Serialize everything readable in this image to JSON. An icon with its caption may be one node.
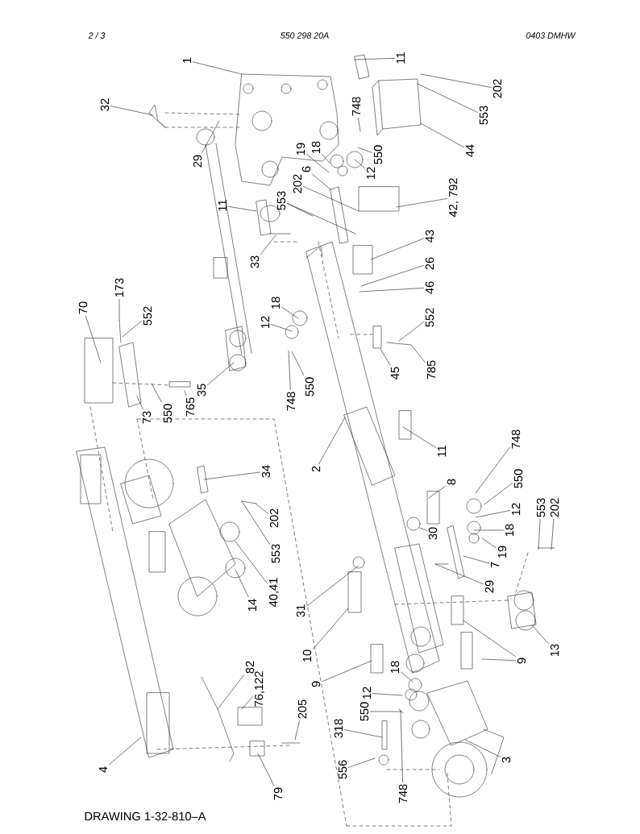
{
  "diagram": {
    "nodes": [
      {
        "text": [
          "1"
        ]
      },
      {
        "text": [
          "11"
        ]
      },
      {
        "text": [
          "32"
        ]
      },
      {
        "text": [
          "202"
        ]
      },
      {
        "text": [
          "553"
        ]
      },
      {
        "text": [
          "748"
        ]
      },
      {
        "text": [
          "44"
        ]
      },
      {
        "text": [
          "29"
        ]
      },
      {
        "text": [
          "550"
        ]
      },
      {
        "text": [
          "19"
        ]
      },
      {
        "text": [
          "18"
        ]
      },
      {
        "text": [
          "6"
        ]
      },
      {
        "text": [
          "12"
        ]
      },
      {
        "text": [
          "202"
        ]
      },
      {
        "text": [
          "553"
        ]
      },
      {
        "text": [
          "42, 792"
        ]
      },
      {
        "text": [
          "11"
        ]
      },
      {
        "text": [
          "43"
        ]
      },
      {
        "text": [
          "33"
        ]
      },
      {
        "text": [
          "26"
        ]
      },
      {
        "text": [
          "46"
        ]
      },
      {
        "text": [
          "173"
        ]
      },
      {
        "text": [
          "70"
        ]
      },
      {
        "text": [
          "552"
        ]
      },
      {
        "text": [
          "18"
        ]
      },
      {
        "text": [
          "12"
        ]
      },
      {
        "text": [
          "552"
        ]
      },
      {
        "text": [
          "35"
        ]
      },
      {
        "text": [
          "748"
        ]
      },
      {
        "text": [
          "550"
        ]
      },
      {
        "text": [
          "45"
        ]
      },
      {
        "text": [
          "785"
        ]
      },
      {
        "text": [
          "73"
        ]
      },
      {
        "text": [
          "550"
        ]
      },
      {
        "text": [
          "765"
        ]
      },
      {
        "text": [
          "2"
        ]
      },
      {
        "text": [
          "11"
        ]
      },
      {
        "text": [
          "8"
        ]
      },
      {
        "text": [
          "748"
        ]
      },
      {
        "text": [
          "34"
        ]
      },
      {
        "text": [
          "550"
        ]
      },
      {
        "text": [
          "202"
        ]
      },
      {
        "text": [
          "553"
        ]
      },
      {
        "text": [
          "12"
        ]
      },
      {
        "text": [
          "553"
        ]
      },
      {
        "text": [
          "202"
        ]
      },
      {
        "text": [
          "30"
        ]
      },
      {
        "text": [
          "18"
        ]
      },
      {
        "text": [
          "19"
        ]
      },
      {
        "text": [
          "40,41"
        ]
      },
      {
        "text": [
          "14"
        ]
      },
      {
        "text": [
          "7"
        ]
      },
      {
        "text": [
          "29"
        ]
      },
      {
        "text": [
          "31"
        ]
      },
      {
        "text": [
          "10"
        ]
      },
      {
        "text": [
          "13"
        ]
      },
      {
        "text": [
          "9"
        ]
      },
      {
        "text": [
          "18"
        ]
      },
      {
        "text": [
          "9"
        ]
      },
      {
        "text": [
          "82"
        ]
      },
      {
        "text": [
          "76,122"
        ]
      },
      {
        "text": [
          "12"
        ]
      },
      {
        "text": [
          "205"
        ]
      },
      {
        "text": [
          "550"
        ]
      },
      {
        "text": [
          "318"
        ]
      },
      {
        "text": [
          "3"
        ]
      },
      {
        "text": [
          "556"
        ]
      },
      {
        "text": [
          "4"
        ]
      },
      {
        "text": [
          "748"
        ]
      },
      {
        "text": [
          "79"
        ]
      }
    ],
    "edges": [
      {
        "from": 0,
        "to": null,
        "arrow": "none"
      },
      {
        "from": 1,
        "to": null,
        "arrow": "none"
      },
      {
        "from": 2,
        "to": null,
        "arrow": "none"
      },
      {
        "from": 3,
        "to": null,
        "arrow": "none"
      },
      {
        "from": 4,
        "to": null,
        "arrow": "none"
      },
      {
        "from": 5,
        "to": null,
        "arrow": "none"
      },
      {
        "from": 6,
        "to": null,
        "arrow": "none"
      },
      {
        "from": 7,
        "to": null,
        "arrow": "none"
      },
      {
        "from": 8,
        "to": null,
        "arrow": "none"
      },
      {
        "from": 9,
        "to": null,
        "arrow": "none"
      },
      {
        "from": 10,
        "to": null,
        "arrow": "none"
      },
      {
        "from": 11,
        "to": null,
        "arrow": "none"
      },
      {
        "from": 12,
        "to": null,
        "arrow": "none"
      },
      {
        "from": 13,
        "to": null,
        "arrow": "none"
      },
      {
        "from": 14,
        "to": null,
        "arrow": "none"
      },
      {
        "from": 14,
        "to": null,
        "arrow": "none"
      },
      {
        "from": 15,
        "to": null,
        "arrow": "none"
      },
      {
        "from": 16,
        "to": null,
        "arrow": "none"
      },
      {
        "from": 17,
        "to": null,
        "arrow": "none"
      },
      {
        "from": 18,
        "to": null,
        "arrow": "none"
      },
      {
        "from": 19,
        "to": null,
        "arrow": "none"
      },
      {
        "from": 20,
        "to": null,
        "arrow": "none"
      },
      {
        "from": 21,
        "to": null,
        "arrow": "none"
      },
      {
        "from": 22,
        "to": null,
        "arrow": "none"
      },
      {
        "from": 23,
        "to": null,
        "arrow": "none"
      },
      {
        "from": 24,
        "to": null,
        "arrow": "none"
      },
      {
        "from": 25,
        "to": null,
        "arrow": "none"
      },
      {
        "from": 26,
        "to": null,
        "arrow": "none"
      },
      {
        "from": 27,
        "to": null,
        "arrow": "none"
      },
      {
        "from": 28,
        "to": null,
        "arrow": "none"
      },
      {
        "from": 29,
        "to": null,
        "arrow": "none"
      },
      {
        "from": 30,
        "to": null,
        "arrow": "none"
      },
      {
        "from": 31,
        "to": null,
        "arrow": "none"
      },
      {
        "from": 32,
        "to": null,
        "arrow": "none"
      },
      {
        "from": 33,
        "to": null,
        "arrow": "none"
      },
      {
        "from": 34,
        "to": null,
        "arrow": "none"
      },
      {
        "from": 35,
        "to": null,
        "arrow": "none"
      },
      {
        "from": 36,
        "to": null,
        "arrow": "none"
      },
      {
        "from": 37,
        "to": null,
        "arrow": "none"
      },
      {
        "from": 38,
        "to": null,
        "arrow": "none"
      },
      {
        "from": 39,
        "to": null,
        "arrow": "none"
      },
      {
        "from": 40,
        "to": null,
        "arrow": "none"
      },
      {
        "from": 41,
        "to": null,
        "arrow": "none"
      },
      {
        "from": 42,
        "to": null,
        "arrow": "none"
      },
      {
        "from": 43,
        "to": null,
        "arrow": "none"
      },
      {
        "from": 44,
        "to": null,
        "arrow": "none"
      },
      {
        "from": 45,
        "to": null,
        "arrow": "none"
      },
      {
        "from": 46,
        "to": null,
        "arrow": "none"
      },
      {
        "from": 47,
        "to": null,
        "arrow": "none"
      },
      {
        "from": 48,
        "to": null,
        "arrow": "none"
      },
      {
        "from": 49,
        "to": null,
        "arrow": "none"
      },
      {
        "from": 50,
        "to": null,
        "arrow": "none"
      },
      {
        "from": 51,
        "to": null,
        "arrow": "none"
      },
      {
        "from": 52,
        "to": null,
        "arrow": "none"
      },
      {
        "from": 53,
        "to": null,
        "arrow": "none"
      },
      {
        "from": 54,
        "to": null,
        "arrow": "none"
      },
      {
        "from": 55,
        "to": null,
        "arrow": "none"
      },
      {
        "from": 56,
        "to": null,
        "arrow": "none"
      },
      {
        "from": 56,
        "to": null,
        "arrow": "none"
      },
      {
        "from": 57,
        "to": null,
        "arrow": "none"
      },
      {
        "from": 58,
        "to": null,
        "arrow": "none"
      },
      {
        "from": 59,
        "to": null,
        "arrow": "none"
      },
      {
        "from": 60,
        "to": null,
        "arrow": "none"
      },
      {
        "from": 61,
        "to": null,
        "arrow": "none"
      },
      {
        "from": 62,
        "to": null,
        "arrow": "none"
      },
      {
        "from": 63,
        "to": null,
        "arrow": "none"
      },
      {
        "from": 64,
        "to": null,
        "arrow": "none"
      },
      {
        "from": 65,
        "to": null,
        "arrow": "none"
      },
      {
        "from": 66,
        "to": null,
        "arrow": "none"
      },
      {
        "from": 67,
        "to": null,
        "arrow": "none"
      },
      {
        "from": 68,
        "to": null,
        "arrow": "none"
      },
      {
        "from": 69,
        "to": null,
        "arrow": "none"
      }
    ],
    "labels": [
      "2 /   3",
      "550 298 20A",
      "0403 DMHW",
      "DRAWING 1-32-810–A"
    ]
  }
}
